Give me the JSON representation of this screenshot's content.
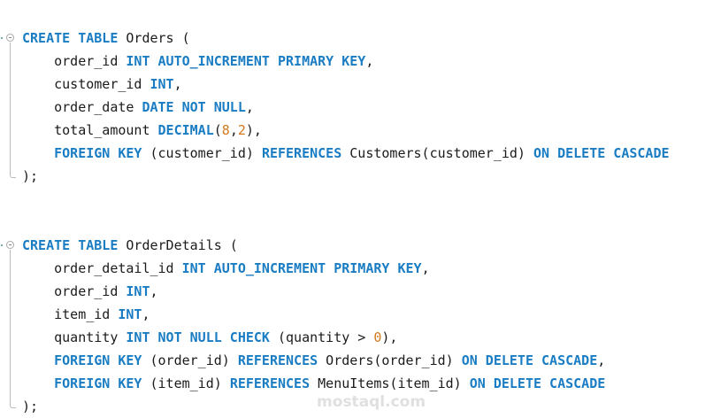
{
  "editor": {
    "blocks": [
      {
        "lines": [
          [
            {
              "t": "CREATE TABLE",
              "c": "kw"
            },
            {
              "t": " Orders (",
              "c": ""
            }
          ],
          [
            {
              "t": "    order_id ",
              "c": ""
            },
            {
              "t": "INT AUTO_INCREMENT PRIMARY KEY",
              "c": "kw"
            },
            {
              "t": ",",
              "c": ""
            }
          ],
          [
            {
              "t": "    customer_id ",
              "c": ""
            },
            {
              "t": "INT",
              "c": "kw"
            },
            {
              "t": ",",
              "c": ""
            }
          ],
          [
            {
              "t": "    order_date ",
              "c": ""
            },
            {
              "t": "DATE NOT NULL",
              "c": "kw"
            },
            {
              "t": ",",
              "c": ""
            }
          ],
          [
            {
              "t": "    total_amount ",
              "c": ""
            },
            {
              "t": "DECIMAL",
              "c": "kw"
            },
            {
              "t": "(",
              "c": ""
            },
            {
              "t": "8",
              "c": "num"
            },
            {
              "t": ",",
              "c": ""
            },
            {
              "t": "2",
              "c": "num"
            },
            {
              "t": "),",
              "c": ""
            }
          ],
          [
            {
              "t": "    ",
              "c": ""
            },
            {
              "t": "FOREIGN KEY",
              "c": "kw"
            },
            {
              "t": " (customer_id) ",
              "c": ""
            },
            {
              "t": "REFERENCES",
              "c": "kw"
            },
            {
              "t": " Customers(customer_id) ",
              "c": ""
            },
            {
              "t": "ON DELETE CASCADE",
              "c": "kw"
            }
          ],
          [
            {
              "t": ");",
              "c": ""
            }
          ]
        ]
      },
      {
        "lines": [
          [
            {
              "t": "CREATE TABLE",
              "c": "kw"
            },
            {
              "t": " OrderDetails (",
              "c": ""
            }
          ],
          [
            {
              "t": "    order_detail_id ",
              "c": ""
            },
            {
              "t": "INT AUTO_INCREMENT PRIMARY KEY",
              "c": "kw"
            },
            {
              "t": ",",
              "c": ""
            }
          ],
          [
            {
              "t": "    order_id ",
              "c": ""
            },
            {
              "t": "INT",
              "c": "kw"
            },
            {
              "t": ",",
              "c": ""
            }
          ],
          [
            {
              "t": "    item_id ",
              "c": ""
            },
            {
              "t": "INT",
              "c": "kw"
            },
            {
              "t": ",",
              "c": ""
            }
          ],
          [
            {
              "t": "    quantity ",
              "c": ""
            },
            {
              "t": "INT NOT NULL CHECK",
              "c": "kw"
            },
            {
              "t": " (quantity > ",
              "c": ""
            },
            {
              "t": "0",
              "c": "num"
            },
            {
              "t": "),",
              "c": ""
            }
          ],
          [
            {
              "t": "    ",
              "c": ""
            },
            {
              "t": "FOREIGN KEY",
              "c": "kw"
            },
            {
              "t": " (order_id) ",
              "c": ""
            },
            {
              "t": "REFERENCES",
              "c": "kw"
            },
            {
              "t": " Orders(order_id) ",
              "c": ""
            },
            {
              "t": "ON DELETE CASCADE",
              "c": "kw"
            },
            {
              "t": ",",
              "c": ""
            }
          ],
          [
            {
              "t": "    ",
              "c": ""
            },
            {
              "t": "FOREIGN KEY",
              "c": "kw"
            },
            {
              "t": " (item_id) ",
              "c": ""
            },
            {
              "t": "REFERENCES",
              "c": "kw"
            },
            {
              "t": " MenuItems(item_id) ",
              "c": ""
            },
            {
              "t": "ON DELETE CASCADE",
              "c": "kw"
            }
          ],
          [
            {
              "t": ");",
              "c": ""
            }
          ]
        ]
      }
    ]
  },
  "watermark": "mostaql.com",
  "colors": {
    "keyword": "#1a7dc4",
    "number": "#d2781c",
    "text": "#1b1b1b"
  }
}
